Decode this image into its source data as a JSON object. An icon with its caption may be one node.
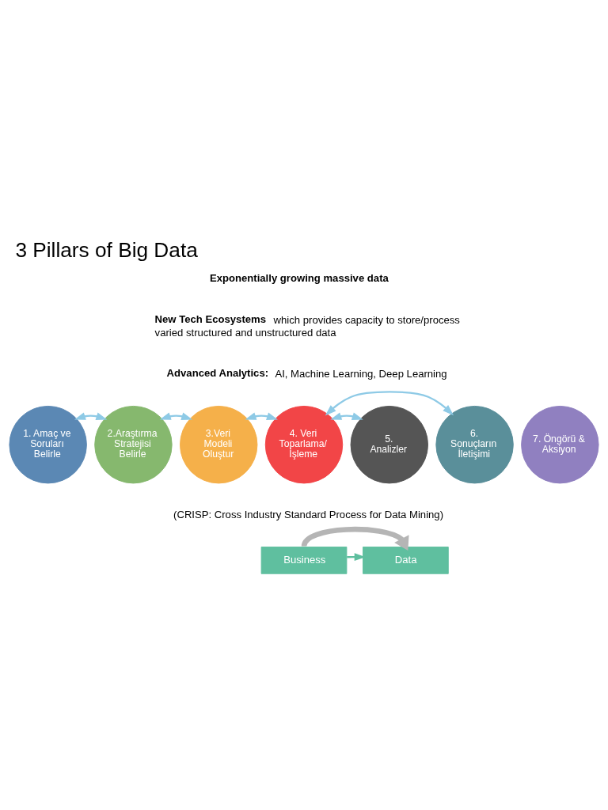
{
  "diagram": {
    "title": "3 Pillars of Big Data",
    "nodes": [
      {
        "text": [
          "1. Amaç ve Soruları Belirle"
        ]
      },
      {
        "text": [
          "2.Araştırma Stratejisi Belirle"
        ]
      },
      {
        "text": [
          "3.Veri Modeli Oluştur"
        ]
      },
      {
        "text": [
          "4. Veri Toparlama/ İşleme"
        ]
      },
      {
        "text": [
          "5. Analizler"
        ]
      },
      {
        "text": [
          "6. Sonuçların İletişimi"
        ]
      },
      {
        "text": [
          "7. Öngörü & Aksiyon"
        ]
      },
      {
        "text": [
          "Business"
        ]
      },
      {
        "text": [
          "Data"
        ]
      }
    ],
    "edges": [
      {
        "from": 0,
        "to": 1,
        "arrow": "both"
      },
      {
        "from": 1,
        "to": 2,
        "arrow": "both"
      },
      {
        "from": 2,
        "to": 3,
        "arrow": "both"
      },
      {
        "from": 3,
        "to": 4,
        "arrow": "both"
      },
      {
        "from": 3,
        "to": 5,
        "arrow": "both"
      },
      {
        "from": 7,
        "to": 8,
        "arrow": "to",
        "color": "#5fbf9f"
      },
      {
        "from": 7,
        "to": 8,
        "arrow": "to",
        "style": "thick",
        "color": "#b5b5b5"
      }
    ],
    "labels": [
      "**Exponentially growing massive data**",
      "**New Tech Ecosystems** which provides capacity to store/process varied structured and unstructured data",
      "**Advanced Analytics:** AI, Machine Learning, Deep Learning",
      "(CRISP: Cross Industry Standard Process for Data Mining)"
    ]
  }
}
